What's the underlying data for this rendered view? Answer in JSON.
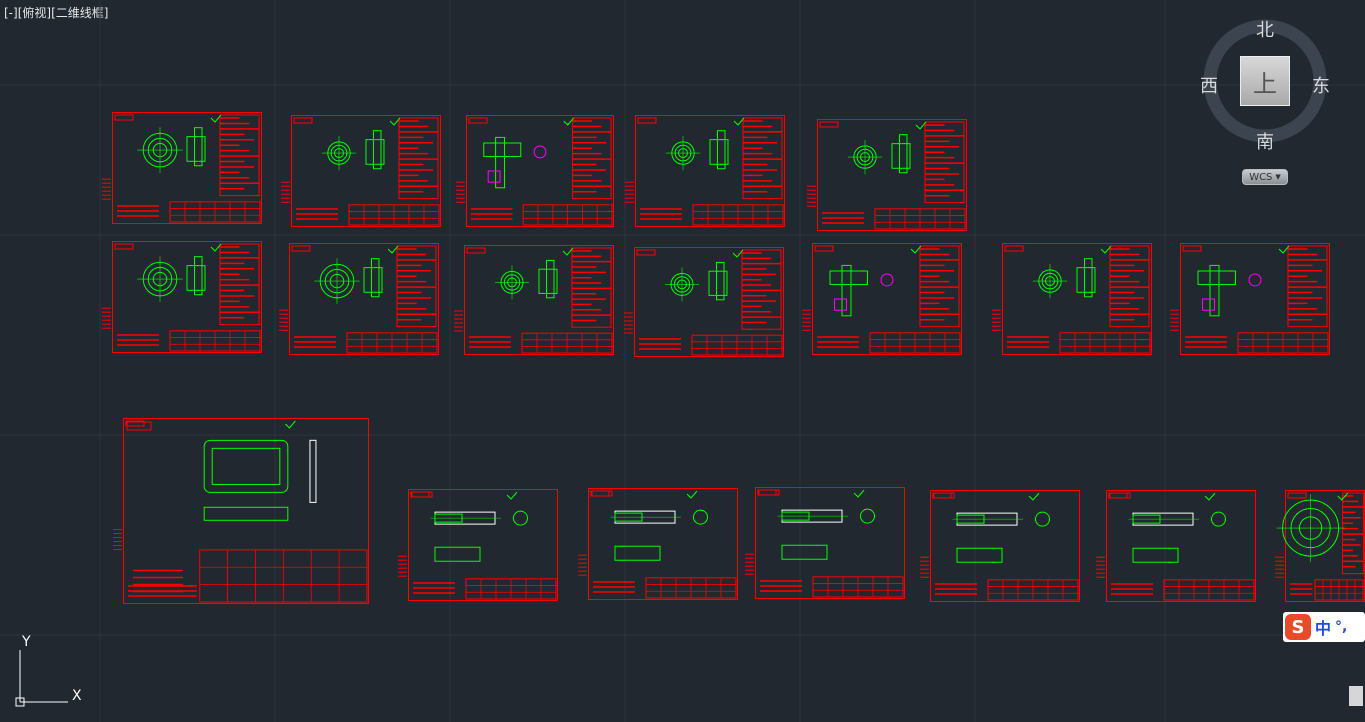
{
  "viewport": {
    "control_label": "[-]",
    "view_label": "[俯视]",
    "style_label": "[二维线框]"
  },
  "viewcube": {
    "north": "北",
    "south": "南",
    "east": "东",
    "west": "西",
    "top_face": "上",
    "wcs_label": "WCS"
  },
  "ucs": {
    "x_label": "X",
    "y_label": "Y"
  },
  "ime": {
    "logo": "S",
    "mode": "中",
    "punctuation": "°,"
  },
  "colors": {
    "background": "#212830",
    "border": "#ff0000",
    "geometry": "#00ff00",
    "accent": "#ff00ff"
  },
  "sheet_types": [
    "disk",
    "part",
    "bracket",
    "large-plate",
    "shaft"
  ]
}
